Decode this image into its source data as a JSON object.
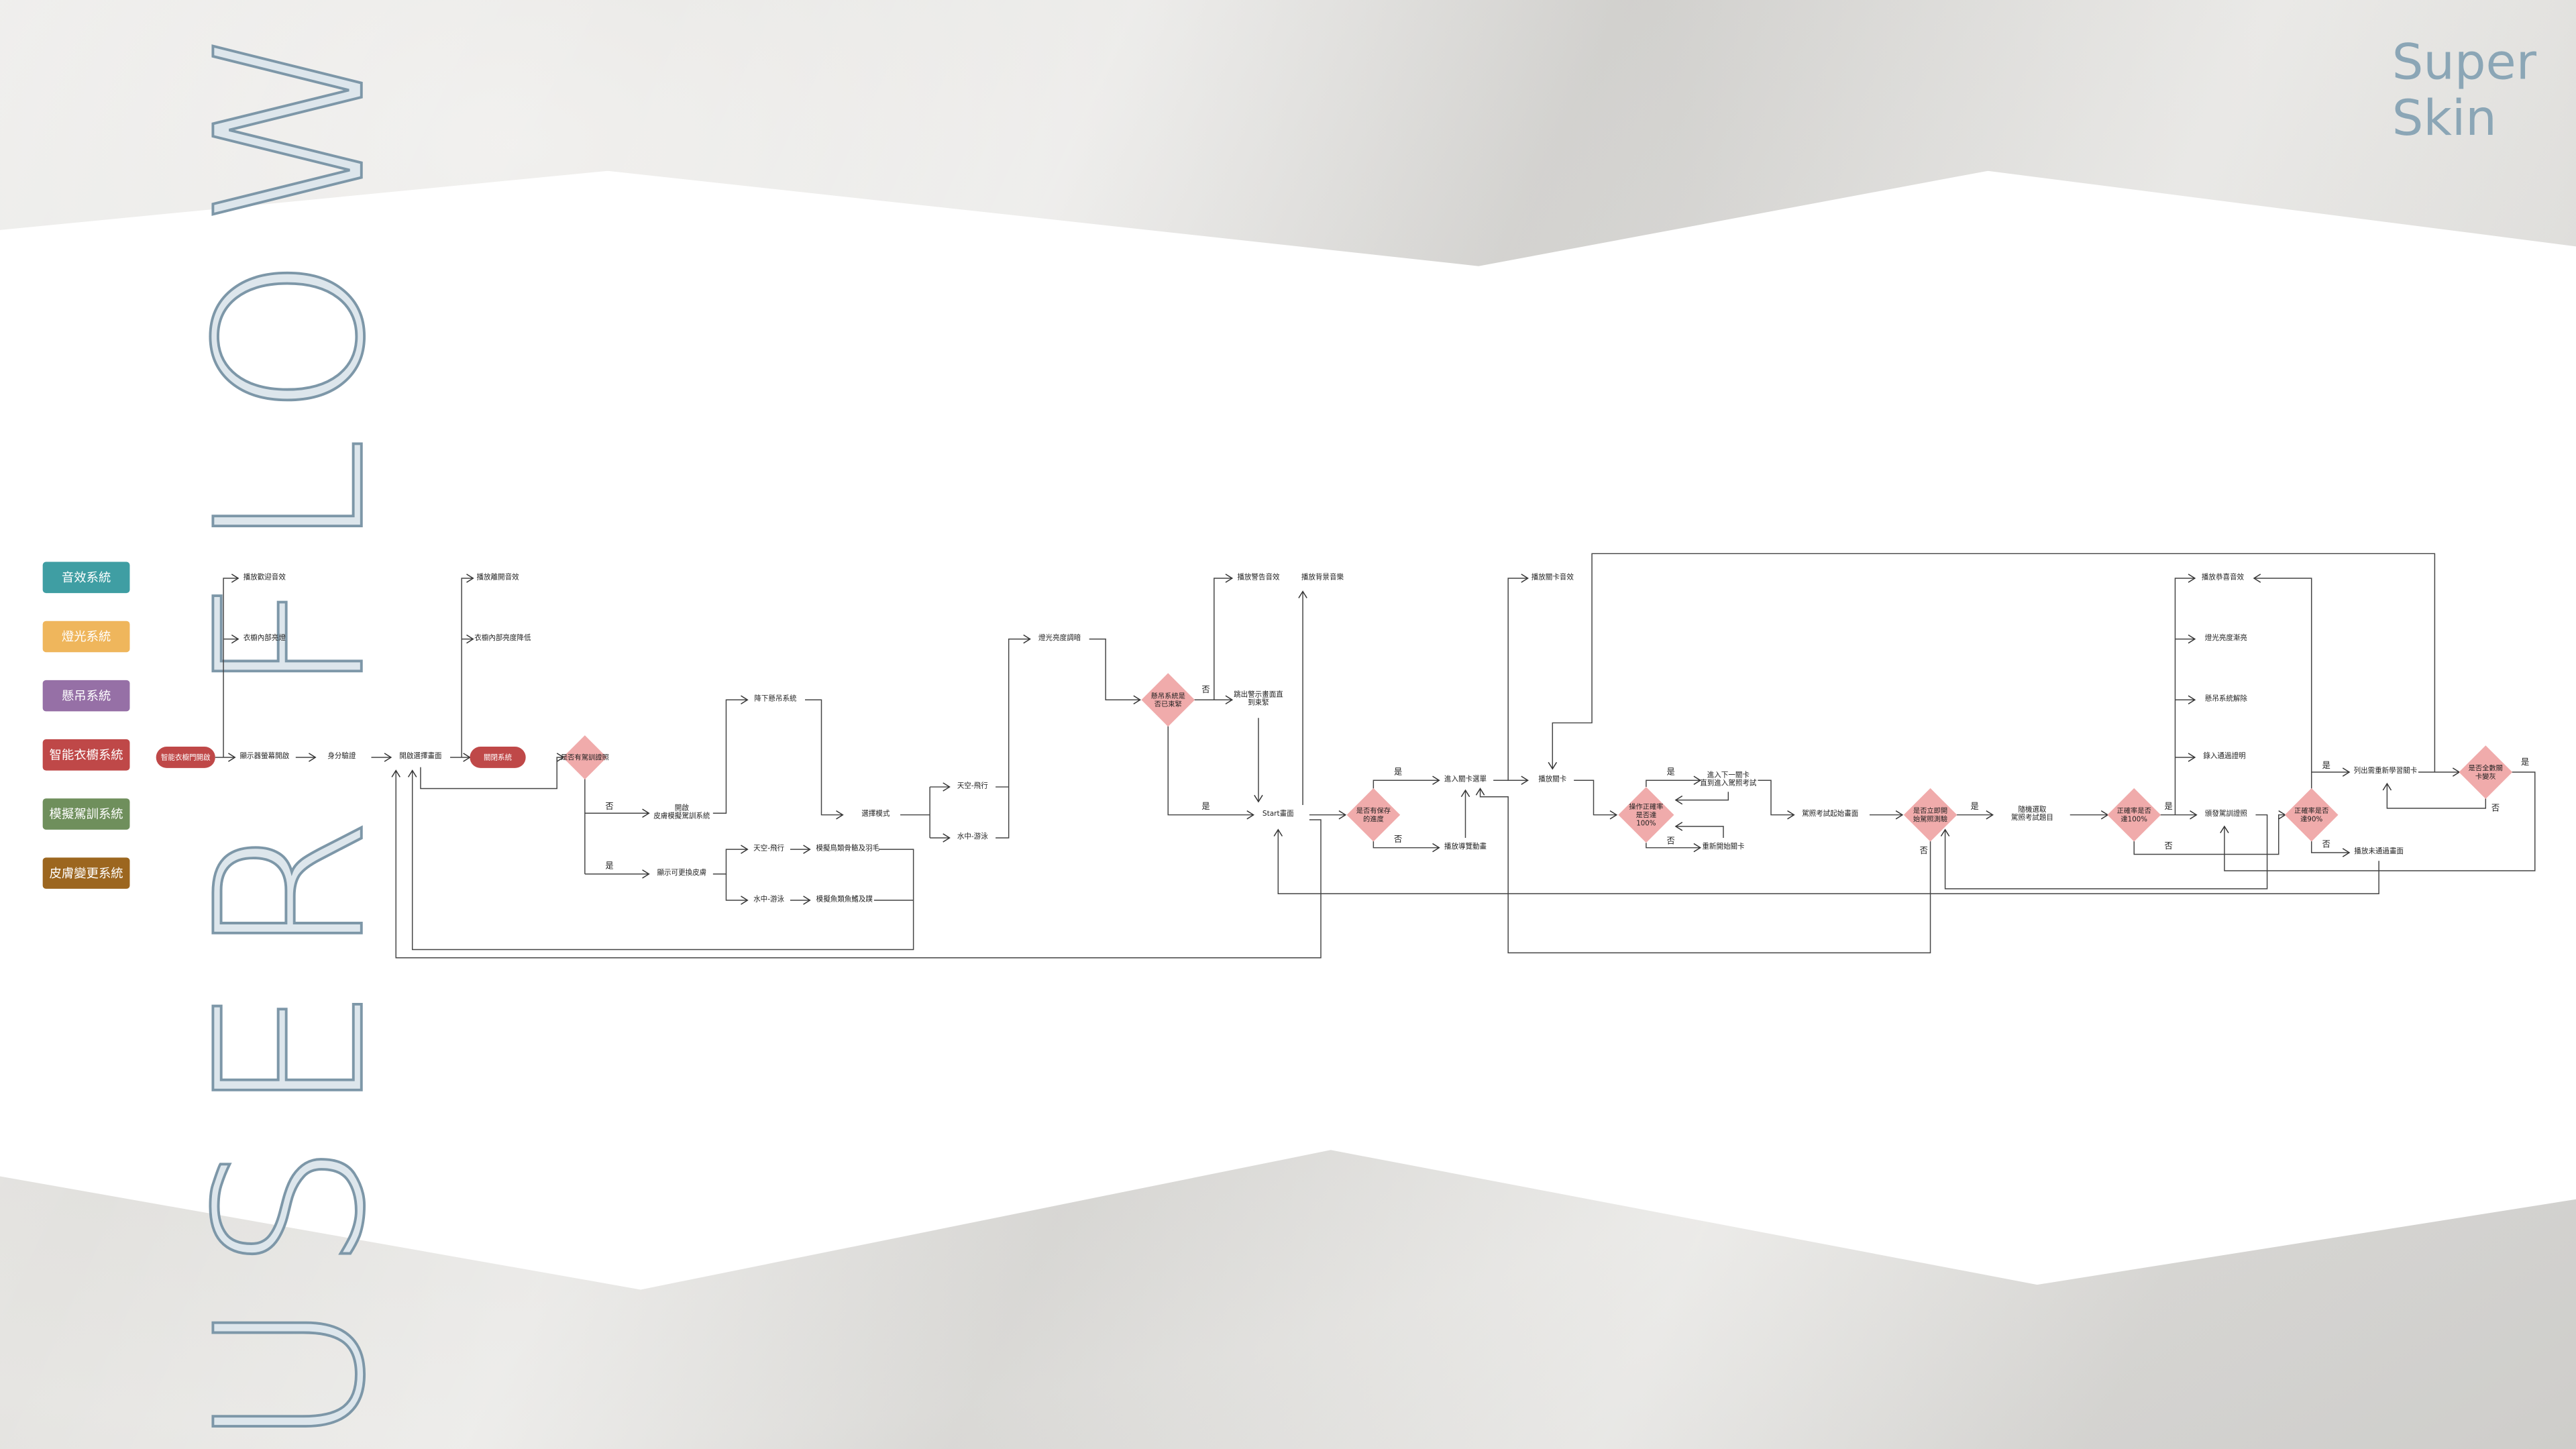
{
  "title": "USER FLOW",
  "logo": {
    "line1": "Super",
    "line2": "Skin"
  },
  "legend": [
    {
      "label": "音效系統",
      "color": "#3f9ea3"
    },
    {
      "label": "燈光系統",
      "color": "#efb65c"
    },
    {
      "label": "懸吊系統",
      "color": "#9670a6"
    },
    {
      "label": "智能衣櫥系統",
      "color": "#bf4848"
    },
    {
      "label": "模擬駕訓系統",
      "color": "#6f8f5c"
    },
    {
      "label": "皮膚變更系統",
      "color": "#9c661f"
    }
  ],
  "nodes": {
    "wardrobe_open": "智能衣櫥門開啟",
    "welcome_sound": "播放歡迎音效",
    "wardrobe_light": "衣櫥內部亮燈",
    "screen_on": "顯示器螢幕開啟",
    "identity": "身分驗證",
    "select_screen": "開啟選擇畫面",
    "close_system": "關閉系統",
    "leave_sound": "播放離開音效",
    "light_lower": "衣櫥內部亮度降低",
    "has_license": "是否有駕訓證照",
    "open_sim": "開啟\n皮膚模擬駕訓系統",
    "show_skins": "顯示可更換皮膚",
    "lower_suspension": "降下懸吊系統",
    "choose_mode": "選擇模式",
    "sky_a": "天空-飛行",
    "water_a": "水中-游泳",
    "bird_sim": "模擬鳥類骨骼及羽毛",
    "fish_sim": "模擬魚類魚鰭及蹼",
    "sky_b": "天空-飛行",
    "water_b": "水中-游泳",
    "dim_light": "燈光亮度調暗",
    "suspension_tight": "懸吊系統是\n否已束緊",
    "warning_sound": "播放警告音效",
    "warning_screen": "跳出警示畫面直\n到束緊",
    "bgm": "播放背景音樂",
    "start_screen": "Start畫面",
    "has_save": "是否有保存\n的進度",
    "level_menu": "進入關卡選單",
    "tutorial": "播放導覽動畫",
    "level_sound": "播放關卡音效",
    "play_level": "播放關卡",
    "accuracy_100_a": "操作正確率\n是否達\n100%",
    "next_level": "進入下一關卡\n直到進入駕照考試",
    "restart_level": "重新開始關卡",
    "exam_start": "駕照考試起始畫面",
    "start_exam_now": "是否立即開\n始駕照測驗",
    "random_questions": "隨機選取\n駕照考試題目",
    "accuracy_100_b": "正確率是否\n達100%",
    "congrats_sound": "播放恭喜音效",
    "light_up": "燈光亮度漸亮",
    "suspension_release": "懸吊系統解除",
    "record_pass": "錄入通過證明",
    "issue_license": "頒發駕訓證照",
    "accuracy_90": "正確率是否\n達90%",
    "relearn_list": "列出需重新學習關卡",
    "fail_screen": "播放未通過畫面",
    "all_grey": "是否全數關\n卡變灰"
  },
  "answers": {
    "yes": "是",
    "no": "否"
  }
}
